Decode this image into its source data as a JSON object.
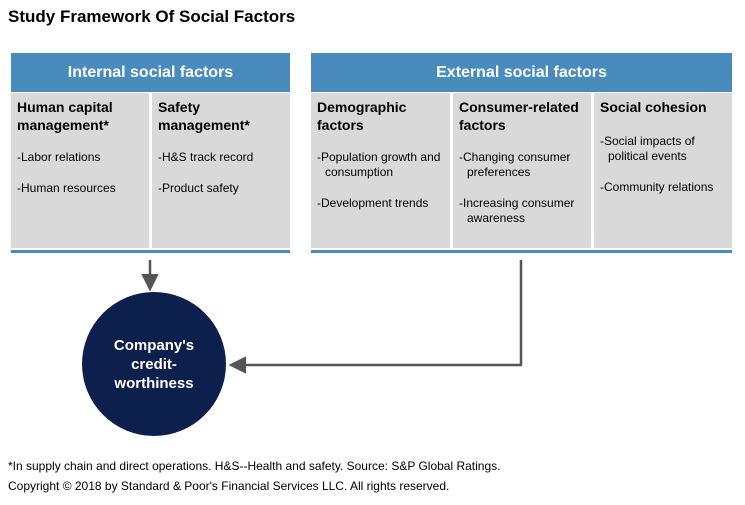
{
  "title": "Study Framework Of Social Factors",
  "internal": {
    "header": "Internal social factors",
    "columns": [
      {
        "heading": "Human capital management*",
        "items": [
          "-Labor relations",
          "-Human resources"
        ]
      },
      {
        "heading": "Safety management*",
        "items": [
          "-H&S track record",
          "-Product safety"
        ]
      }
    ]
  },
  "external": {
    "header": "External social factors",
    "columns": [
      {
        "heading": "Demographic factors",
        "items": [
          "-Population growth and consumption",
          "-Development trends"
        ]
      },
      {
        "heading": "Consumer-related factors",
        "items": [
          "-Changing consumer preferences",
          "-Increasing consumer awareness"
        ]
      },
      {
        "heading": "Social cohesion",
        "items": [
          "-Social impacts of political events",
          "-Community relations"
        ]
      }
    ]
  },
  "outcome": "Company's credit-worthiness",
  "footnote": "*In supply chain and direct operations. H&S--Health and safety. Source: S&P Global Ratings.",
  "copyright": "Copyright © 2018 by Standard & Poor's Financial Services LLC. All rights reserved.",
  "colors": {
    "header": "#4a8bbd",
    "panel": "#d9d9d9",
    "circle": "#0d1f4d",
    "arrow": "#555555"
  }
}
